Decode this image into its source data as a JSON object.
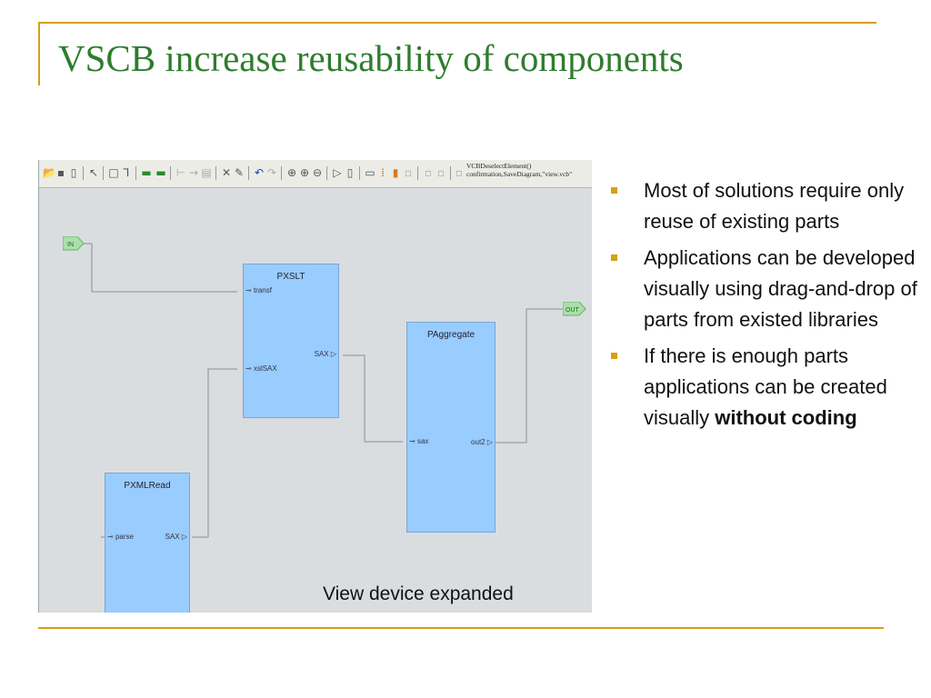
{
  "slide": {
    "title": "VSCB increase reusability of components",
    "accent_color": "#d4a017",
    "title_color": "#2e7d2e"
  },
  "screenshot": {
    "toolbar_code_line1": "VCBDeselectElement()",
    "toolbar_code_line2": "confirmation,SaveDiagram,\"view.vcb\"",
    "caption": "View device expanded",
    "blocks": {
      "pxslt": {
        "name": "PXSLT",
        "ports": [
          "transf",
          "xslSAX",
          "SAX"
        ]
      },
      "paggregate": {
        "name": "PAggregate",
        "ports": [
          "sax",
          "out2"
        ]
      },
      "pxmlread": {
        "name": "PXMLRead",
        "ports": [
          "parse",
          "SAX"
        ]
      }
    },
    "terminals": {
      "in": "IN",
      "out": "OUT"
    },
    "block_color": "#99ccff",
    "terminal_color": "#a8e0a8"
  },
  "bullets": [
    {
      "text": "Most of solutions require only reuse of existing parts"
    },
    {
      "text": "Applications can be developed visually using drag-and-drop of parts from existed libraries"
    },
    {
      "text": "If there is enough parts applications can be created visually ",
      "bold": "without coding"
    }
  ]
}
